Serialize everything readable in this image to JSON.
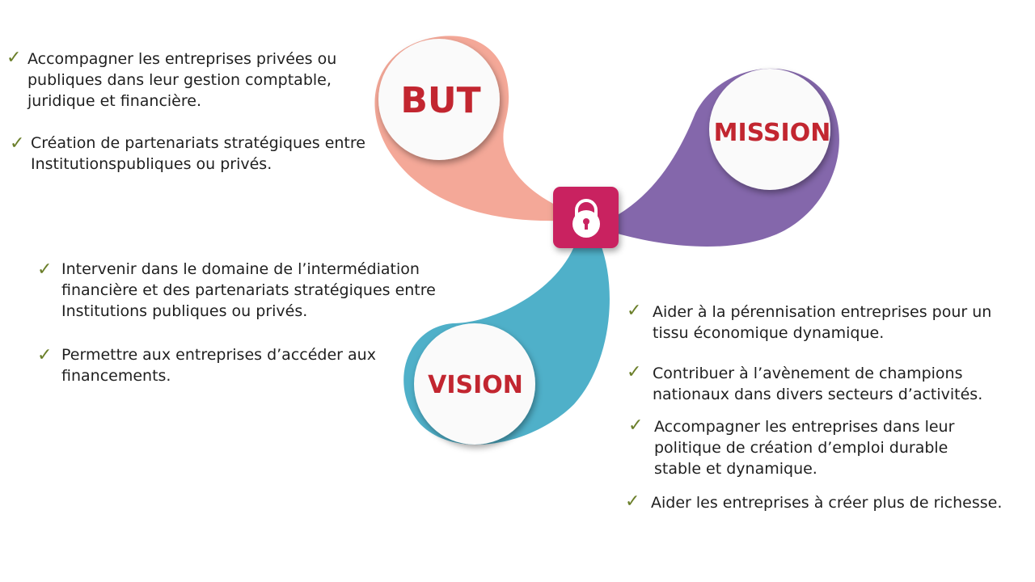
{
  "colors": {
    "but": "#f4a898",
    "mission": "#8467ab",
    "vision": "#4fb0c9",
    "lock_box": "#c92461",
    "label_text": "#c22630",
    "check": "#6b7f2a"
  },
  "icons": {
    "center": "padlock-icon",
    "bullet": "checkmark-icon"
  },
  "nodes": {
    "but": "BUT",
    "mission": "MISSION",
    "vision": "VISION"
  },
  "but_items": [
    "Accompagner les entreprises privées ou publiques dans leur gestion comptable, juridique et financière.",
    "Création de partenariats stratégiques entre Institutionspubliques ou privés."
  ],
  "vision_items": [
    "Intervenir dans le domaine de l’intermédiation financière et des partenariats stratégiques entre Institutions publiques ou privés.",
    "Permettre aux entreprises d’accéder aux financements."
  ],
  "mission_items": [
    "Aider à la pérennisation entreprises pour un tissu économique dynamique.",
    "Contribuer à l’avènement de champions nationaux dans divers secteurs d’activités.",
    "Accompagner les entreprises dans leur politique de création d’emploi durable stable et dynamique.",
    "Aider les entreprises à créer plus de richesse."
  ]
}
